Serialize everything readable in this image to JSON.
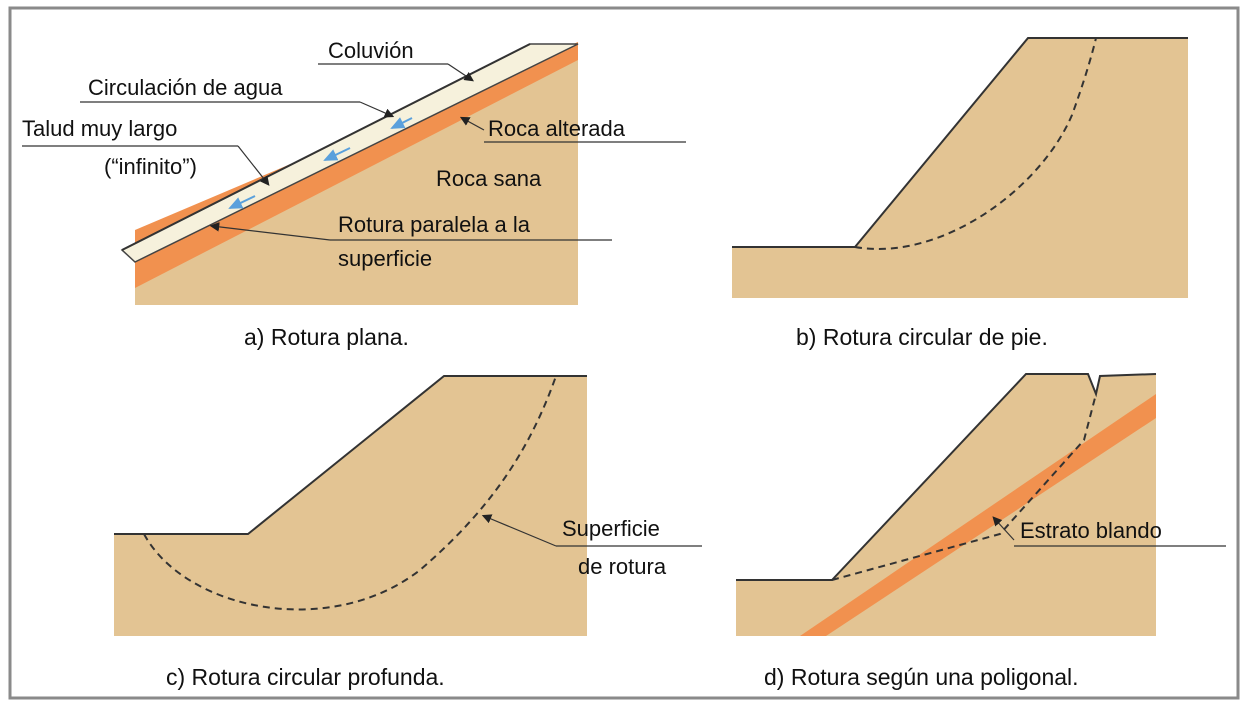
{
  "colors": {
    "soil": "#e3c493",
    "weak_layer": "#f1914f",
    "colluvium": "#f6f1dc",
    "line": "#333333",
    "frame": "#8a8a8a",
    "water_arrow": "#5aa0dc"
  },
  "panels": {
    "a": {
      "caption": "a) Rotura plana.",
      "labels": {
        "coluvion": "Coluvión",
        "circulacion": "Circulación de agua",
        "talud_1": "Talud muy largo",
        "talud_2": "(“infinito”)",
        "roca_alterada": "Roca alterada",
        "roca_sana": "Roca sana",
        "rotura_1": "Rotura paralela a la",
        "rotura_2": "superficie"
      }
    },
    "b": {
      "caption": "b) Rotura circular de pie."
    },
    "c": {
      "caption": "c) Rotura circular profunda.",
      "labels": {
        "superficie_1": "Superficie",
        "superficie_2": "de rotura"
      }
    },
    "d": {
      "caption": "d) Rotura según una poligonal.",
      "labels": {
        "estrato": "Estrato blando"
      }
    }
  }
}
